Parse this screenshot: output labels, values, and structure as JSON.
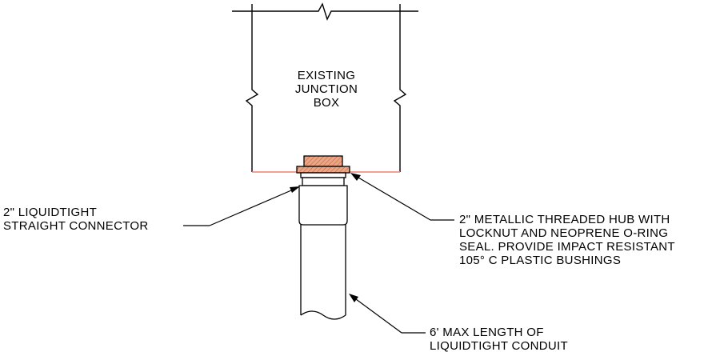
{
  "labels": {
    "junction_box": [
      "EXISTING",
      "JUNCTION",
      "BOX"
    ],
    "straight_connector": [
      "2\" LIQUIDTIGHT",
      "STRAIGHT CONNECTOR"
    ],
    "threaded_hub": [
      "2\" METALLIC THREADED HUB WITH",
      "LOCKNUT AND NEOPRENE O-RING",
      "SEAL. PROVIDE IMPACT RESISTANT",
      "105° C PLASTIC BUSHINGS"
    ],
    "conduit": [
      "6' MAX LENGTH OF",
      "LIQUIDTIGHT CONDUIT"
    ]
  },
  "colors": {
    "line": "#000000",
    "box_wall_line": "#f08070",
    "hub_fill": "#e8a888",
    "hub_hatch": "#d06040"
  }
}
